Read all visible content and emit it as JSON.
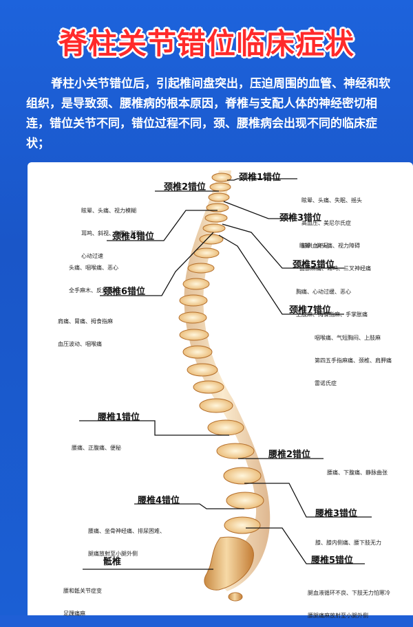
{
  "title": "脊柱关节错位临床症状",
  "intro": "脊柱小关节错位后，引起椎间盘突出，压迫周围的血管、神经和软组织，是导致颈、腰椎病的根本原因，脊椎与支配人体的神经密切相连，错位关节不同，错位过程不同，颈、腰椎病会出现不同的临床症状；",
  "vertebrae": [
    {
      "label": "颈椎1错位",
      "symptoms": [
        "眩晕、头痛、失眠、摇头",
        "高血压、美尼尔氏症",
        "脑供血不足"
      ]
    },
    {
      "label": "颈椎2错位",
      "symptoms": [
        "眩晕、头痛、视力模糊",
        "耳鸣、斜视、失眠、眨眼",
        "心动过速"
      ]
    },
    {
      "label": "颈椎3错位",
      "symptoms": [
        "眩晕、偏头痛、视力障碍",
        "面部麻痛、耳鸣、三叉神经痛"
      ]
    },
    {
      "label": "颈椎4错位",
      "symptoms": [
        "头痛、咽喉痛、恶心",
        "全手麻木、反复落枕"
      ]
    },
    {
      "label": "颈椎5错位",
      "symptoms": [
        "胸痛、心动过缓、恶心",
        "上肢麻、拇食指麻、手掌胀痛"
      ]
    },
    {
      "label": "颈椎6错位",
      "symptoms": [
        "肩痛、胃痛、拇食指麻",
        "血压波动、咽喉痛"
      ]
    },
    {
      "label": "颈椎7错位",
      "symptoms": [
        "咽喉痛、气短胸闷、上肢麻",
        "第四五手指麻痛、颈椎、肩胛痛",
        "雷诺氏症"
      ]
    },
    {
      "label": "腰椎1错位",
      "symptoms": [
        "腰痛、正腹痛、便秘"
      ]
    },
    {
      "label": "腰椎2错位",
      "symptoms": [
        "腰痛、下腹痛、静脉曲张"
      ]
    },
    {
      "label": "腰椎3错位",
      "symptoms": [
        "膝、膝内侧痛、腰下肢无力"
      ]
    },
    {
      "label": "腰椎4错位",
      "symptoms": [
        "腰痛、坐骨神经痛、排尿困难、",
        "腿痛放射至小腿外侧"
      ]
    },
    {
      "label": "腰椎5错位",
      "symptoms": [
        "腿血液循环不良、下肢无力怕寒冷",
        "腰腿痛麻放射至小腿外侧"
      ]
    },
    {
      "label": "骶椎",
      "symptoms": [
        "腰和骶关节症变",
        "足踝痛麻"
      ]
    }
  ]
}
